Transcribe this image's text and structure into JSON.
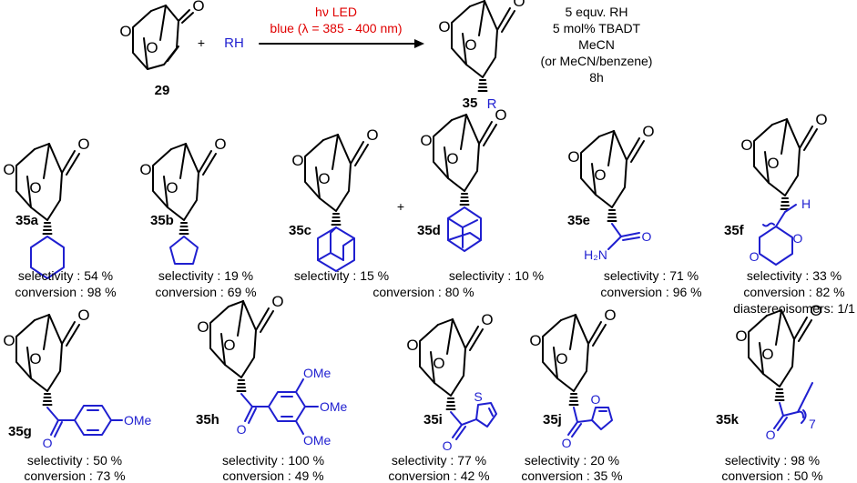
{
  "reaction": {
    "reactant_label": "29",
    "plus": "+",
    "reagent": "RH",
    "arrow_line1": "hν LED",
    "arrow_line2": "blue (λ = 385 - 400 nm)",
    "product_label": "35",
    "product_r": "R",
    "conditions": [
      "5 equv. RH",
      "5 mol% TBADT",
      "MeCN",
      "(or MeCN/benzene)",
      "8h"
    ]
  },
  "atoms": {
    "oxygen": "O",
    "hydrogen": "H",
    "sulfur": "S",
    "ome": "OMe",
    "amine": "H₂N",
    "subscript7": "7"
  },
  "compounds": [
    {
      "id": "35a",
      "label": "35a",
      "selectivity": "selectivity : 54 %",
      "conversion": "conversion : 98 %"
    },
    {
      "id": "35b",
      "label": "35b",
      "selectivity": "selectivity : 19 %",
      "conversion": "conversion : 69 %"
    },
    {
      "id": "35c",
      "label": "35c",
      "selectivity": "selectivity : 15 %"
    },
    {
      "id": "35d",
      "label": "35d",
      "selectivity": "selectivity : 10 %"
    },
    {
      "id": "35e",
      "label": "35e",
      "selectivity": "selectivity : 71 %",
      "conversion": "conversion : 96 %"
    },
    {
      "id": "35f",
      "label": "35f",
      "selectivity": "selectivity : 33 %",
      "conversion": "conversion : 82 %",
      "note": "diastereoisomers: 1/1"
    },
    {
      "id": "35g",
      "label": "35g",
      "selectivity": "selectivity : 50 %",
      "conversion": "conversion : 73 %"
    },
    {
      "id": "35h",
      "label": "35h",
      "selectivity": "selectivity : 100 %",
      "conversion": "conversion : 49 %"
    },
    {
      "id": "35i",
      "label": "35i",
      "selectivity": "selectivity : 77 %",
      "conversion": "conversion : 42 %"
    },
    {
      "id": "35j",
      "label": "35j",
      "selectivity": "selectivity : 20 %",
      "conversion": "conversion : 35 %"
    },
    {
      "id": "35k",
      "label": "35k",
      "selectivity": "selectivity : 98 %",
      "conversion": "conversion : 50 %"
    }
  ],
  "cd_shared_conversion": "conversion : 80 %",
  "cd_plus": "+",
  "colors": {
    "substituent": "#1f1fd0",
    "light_text": "#e00000",
    "bond": "#000000"
  }
}
